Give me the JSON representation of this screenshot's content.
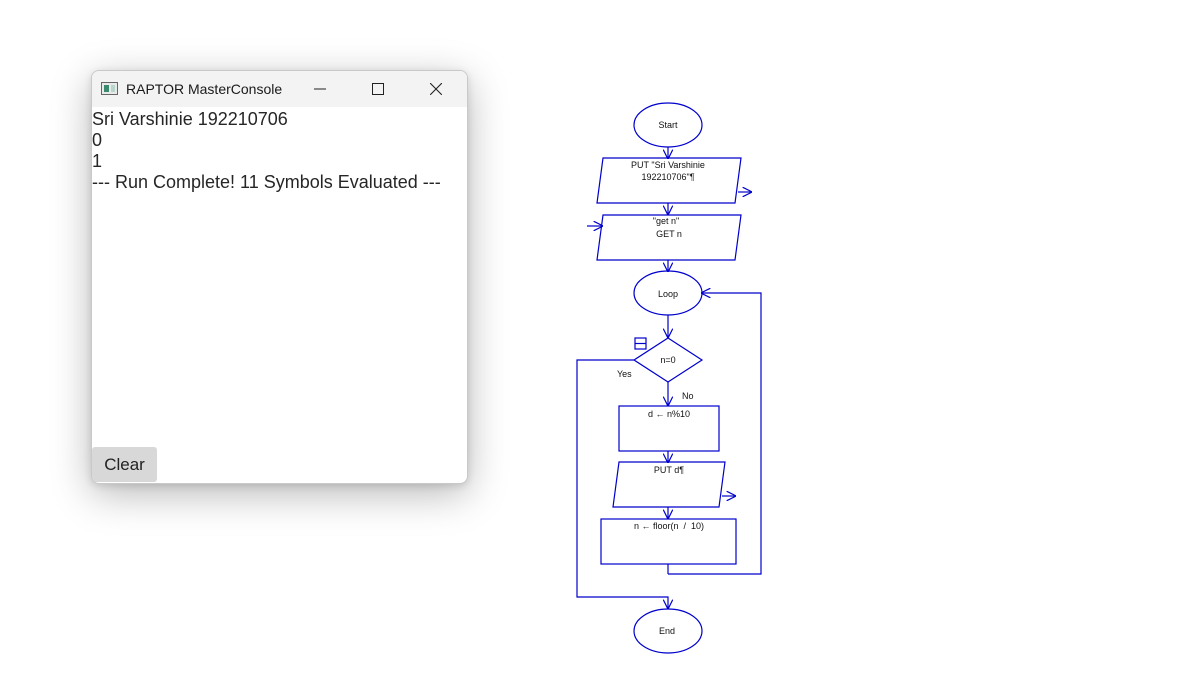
{
  "window": {
    "title": "RAPTOR MasterConsole",
    "output_lines": [
      "Sri Varshinie 192210706",
      "0",
      "1",
      "--- Run Complete! 11 Symbols Evaluated ---"
    ],
    "clear_label": "Clear"
  },
  "flowchart": {
    "start": "Start",
    "put_name_line1": "PUT \"Sri Varshinie",
    "put_name_line2": "192210706\"¶",
    "get_prompt": "\"get n\"",
    "get_var": "GET n",
    "loop": "Loop",
    "condition": "n=0",
    "yes_label": "Yes",
    "no_label": "No",
    "assign_d": "d ← n%10",
    "put_d": "PUT d¶",
    "assign_n": "n ← floor(n  /  10)",
    "end": "End",
    "stroke_color": "#0000cc"
  }
}
